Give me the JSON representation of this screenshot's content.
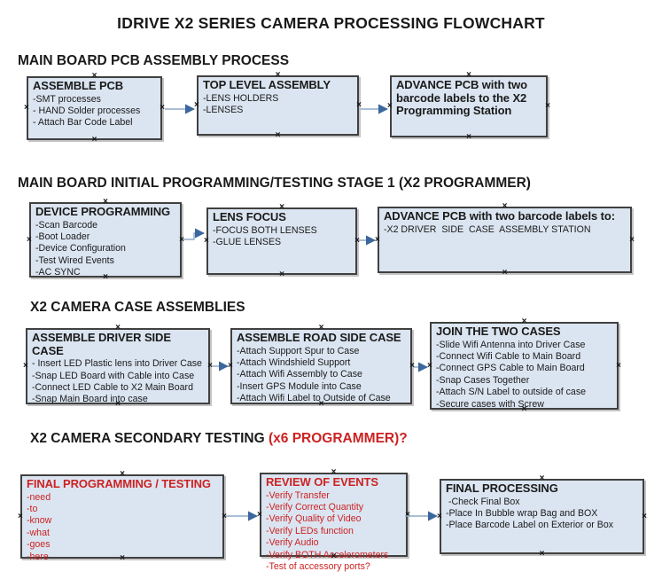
{
  "title": "IDRIVE X2  SERIES CAMERA PROCESSING FLOWCHART",
  "colors": {
    "text": "#1a1a1a",
    "red": "#cc2222",
    "box_fill": "#dbe5f1",
    "box_border": "#404040",
    "arrow_line": "#8ea9c8",
    "arrow_head": "#3b679c"
  },
  "sections": [
    {
      "heading": "MAIN BOARD PCB ASSEMBLY PROCESS",
      "boxes": [
        {
          "title": "ASSEMBLE PCB",
          "items": [
            "-SMT processes",
            "- HAND Solder processes",
            "- Attach Bar Code Label"
          ]
        },
        {
          "title": "TOP LEVEL ASSEMBLY",
          "items": [
            "-LENS HOLDERS",
            "-LENSES"
          ]
        },
        {
          "title": "ADVANCE PCB with two barcode labels to the  X2 Programming Station",
          "items": []
        }
      ]
    },
    {
      "heading": "MAIN BOARD INITIAL PROGRAMMING/TESTING STAGE 1 (X2 PROGRAMMER)",
      "boxes": [
        {
          "title": "DEVICE PROGRAMMING",
          "items": [
            "-Scan Barcode",
            "-Boot Loader",
            "-Device Configuration",
            "-Test Wired Events",
            "-AC SYNC"
          ]
        },
        {
          "title": "LENS FOCUS",
          "items": [
            "-FOCUS BOTH LENSES",
            "-GLUE LENSES"
          ]
        },
        {
          "title": "ADVANCE PCB with two barcode labels to:",
          "items": [
            "-X2 DRIVER  SIDE  CASE  ASSEMBLY STATION"
          ]
        }
      ]
    },
    {
      "heading": "X2 CAMERA CASE ASSEMBLIES",
      "boxes": [
        {
          "title": "ASSEMBLE DRIVER SIDE CASE",
          "items": [
            "- Insert LED Plastic lens into Driver Case",
            "-Snap LED Board with Cable into Case",
            "-Connect LED Cable to X2 Main Board",
            "-Snap Main Board into case"
          ]
        },
        {
          "title": "ASSEMBLE ROAD SIDE CASE",
          "items": [
            "-Attach Support Spur to Case",
            "-Attach Windshield Support",
            "-Attach Wifi Assembly to Case",
            "-Insert GPS Module into Case",
            "-Attach Wifi Label to Outside of Case"
          ]
        },
        {
          "title": "JOIN THE TWO CASES",
          "items": [
            "-Slide Wifi Antenna into Driver Case",
            "-Connect Wifi Cable to Main Board",
            "-Connect GPS Cable to Main Board",
            "-Snap Cases Together",
            "-Attach S/N Label to outside of case",
            "-Secure cases with Screw"
          ]
        }
      ]
    },
    {
      "heading": "X2 CAMERA SECONDARY TESTING  ",
      "heading_red": "(x6 PROGRAMMER)?",
      "boxes": [
        {
          "title": "FINAL PROGRAMMING / TESTING",
          "items": [
            "-need",
            "-to",
            "-know",
            "-what",
            "-goes",
            "-here"
          ]
        },
        {
          "title": "REVIEW OF EVENTS",
          "items": [
            "-Verify Transfer",
            "-Verify Correct Quantity",
            "-Verify Quality of Video",
            "-Verify LEDs function",
            "-Verify Audio",
            "-Verify BOTH Accelerometers",
            "-Test of accessory ports?"
          ]
        },
        {
          "title": "FINAL PROCESSING",
          "items": [
            " -Check Final Box",
            "-Place In Bubble wrap Bag and BOX",
            "-Place Barcode Label on Exterior or Box"
          ]
        }
      ]
    }
  ]
}
